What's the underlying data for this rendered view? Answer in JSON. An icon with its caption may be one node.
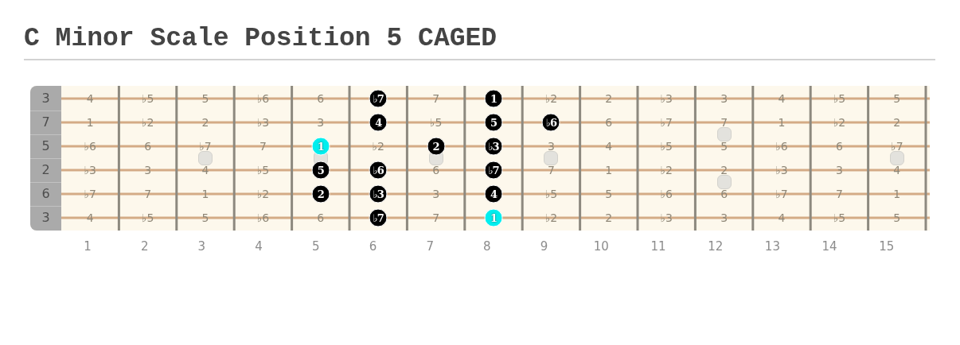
{
  "diagram": {
    "title": "C Minor Scale Position 5 CAGED",
    "nodes": [
      {
        "text": [
          "♭7"
        ]
      },
      {
        "text": [
          "1"
        ]
      },
      {
        "text": [
          "4"
        ]
      },
      {
        "text": [
          "5"
        ]
      },
      {
        "text": [
          "♭6"
        ]
      },
      {
        "text": [
          "1"
        ]
      },
      {
        "text": [
          "2"
        ]
      },
      {
        "text": [
          "♭3"
        ]
      },
      {
        "text": [
          "5"
        ]
      },
      {
        "text": [
          "♭6"
        ]
      },
      {
        "text": [
          "♭7"
        ]
      },
      {
        "text": [
          "2"
        ]
      },
      {
        "text": [
          "♭3"
        ]
      },
      {
        "text": [
          "4"
        ]
      },
      {
        "text": [
          "♭7"
        ]
      },
      {
        "text": [
          "1"
        ]
      }
    ],
    "labels": [
      "3",
      "4",
      "♭5",
      "5",
      "♭6",
      "6",
      "7",
      "♭2",
      "2",
      "♭3",
      "3",
      "4",
      "♭5",
      "5",
      "7",
      "1",
      "♭2",
      "2",
      "♭3",
      "3",
      "♭5",
      "6",
      "♭7",
      "7",
      "1",
      "♭2",
      "2",
      "5",
      "♭6",
      "6",
      "♭7",
      "7",
      "♭2",
      "3",
      "4",
      "♭5",
      "5",
      "♭6",
      "6",
      "♭7",
      "2",
      "♭3",
      "3",
      "4",
      "♭5",
      "6",
      "7",
      "1",
      "♭2",
      "2",
      "♭3",
      "3",
      "4",
      "6",
      "♭7",
      "7",
      "1",
      "♭2",
      "3",
      "♭5",
      "5",
      "♭6",
      "6",
      "♭7",
      "7",
      "1",
      "3",
      "4",
      "♭5",
      "5",
      "♭6",
      "6",
      "7",
      "♭2",
      "2",
      "♭3",
      "3",
      "4",
      "♭5",
      "5",
      "1",
      "2",
      "3",
      "4",
      "5",
      "6",
      "7",
      "8",
      "9",
      "10",
      "11",
      "12",
      "13",
      "14",
      "15"
    ]
  }
}
